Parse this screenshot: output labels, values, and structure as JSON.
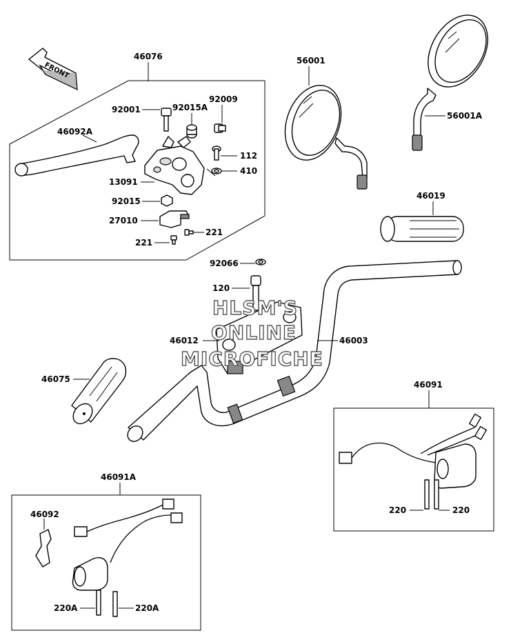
{
  "front_arrow": {
    "label": "FRONT"
  },
  "watermark": {
    "line1": "HLSM'S",
    "line2": "ONLINE",
    "line3": "MICROFICHE"
  },
  "parts": {
    "p46076": "46076",
    "p92001": "92001",
    "p92015A": "92015A",
    "p92009": "92009",
    "p46092A": "46092A",
    "p112": "112",
    "p410": "410",
    "p13091": "13091",
    "p92015": "92015",
    "p27010": "27010",
    "p221a": "221",
    "p221b": "221",
    "p56001": "56001",
    "p56001A": "56001A",
    "p46019": "46019",
    "p92066": "92066",
    "p120": "120",
    "p46012": "46012",
    "p46003": "46003",
    "p46075": "46075",
    "p46091": "46091",
    "p220a": "220",
    "p220b": "220",
    "p46091A": "46091A",
    "p46092": "46092",
    "p220Aa": "220A",
    "p220Ab": "220A"
  }
}
